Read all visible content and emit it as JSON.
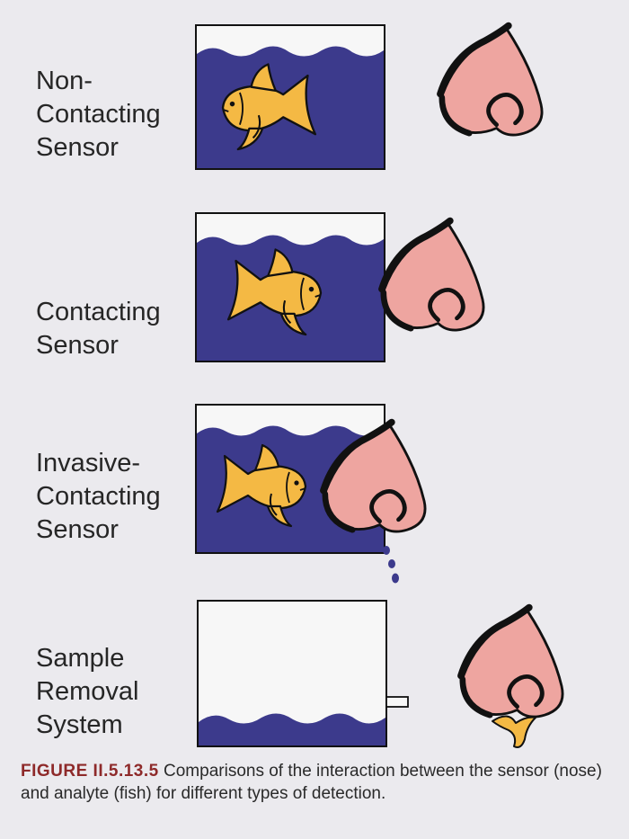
{
  "panels": [
    {
      "label_lines": [
        "Non-",
        "Contacting",
        "Sensor"
      ]
    },
    {
      "label_lines": [
        "Contacting",
        "Sensor"
      ]
    },
    {
      "label_lines": [
        "Invasive-",
        "Contacting",
        "Sensor"
      ]
    },
    {
      "label_lines": [
        "Sample",
        "Removal",
        "System"
      ]
    }
  ],
  "caption": {
    "figure_id": "FIGURE II.5.13.5",
    "text": "Comparisons of the interaction between the sensor (nose) and analyte (fish) for different types of detection."
  },
  "colors": {
    "water": "#3c3a8c",
    "fish": "#f4b944",
    "nose": "#eea5a0",
    "outline": "#111111",
    "figure_id": "#8e2a2a"
  }
}
